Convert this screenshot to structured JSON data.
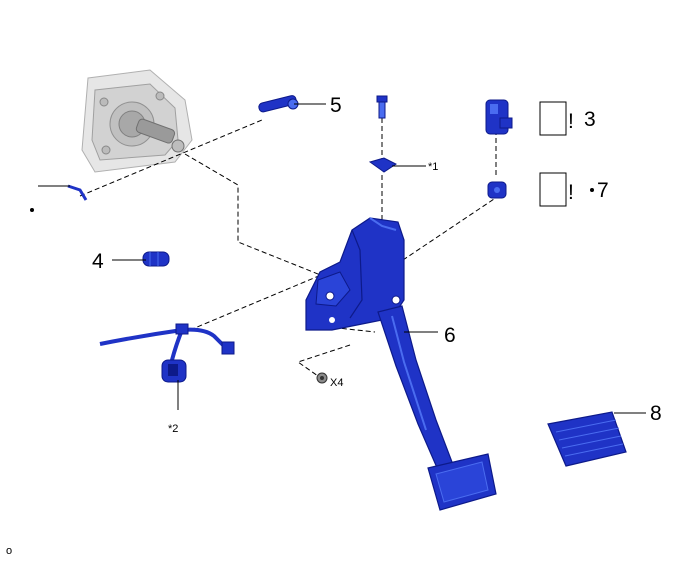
{
  "labels": {
    "n3": "3",
    "n4": "4",
    "n5": "5",
    "n6": "6",
    "n7": "7",
    "n8": "8",
    "star1": "*1",
    "star2": "*2",
    "x4": "X4",
    "excl_a": "!",
    "excl_b": "!",
    "corner": "o"
  },
  "colors": {
    "part_blue": "#1f33c6",
    "part_dark": "#0d1a8a",
    "part_light": "#4a6cf0",
    "housing_gray": "#d8d8d8",
    "line": "#000000"
  }
}
